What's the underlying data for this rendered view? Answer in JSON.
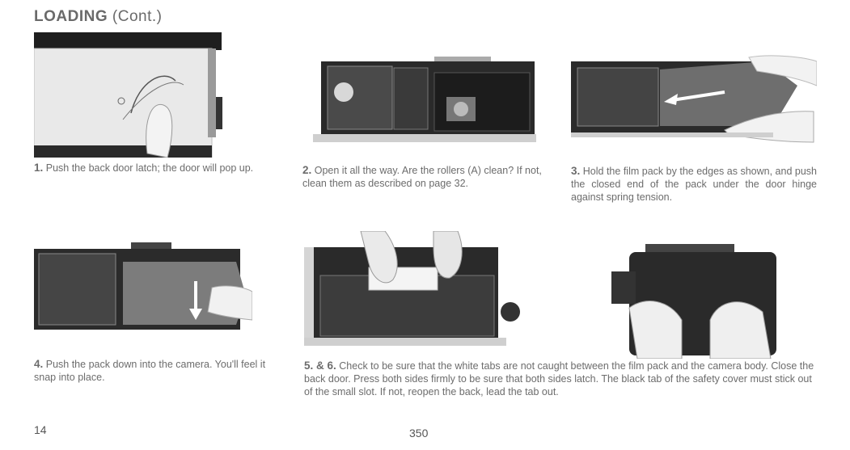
{
  "header": {
    "title_bold": "LOADING",
    "title_cont": "(Cont.)"
  },
  "steps": [
    {
      "num": "1.",
      "text": "Push the back door latch; the door will pop up."
    },
    {
      "num": "2.",
      "text": "Open it all the way.  Are the rollers (A) clean? If not, clean them as described on page 32."
    },
    {
      "num": "3.",
      "text": "Hold the film pack by the edges as shown, and push the closed end of the pack under the door hinge against spring tension."
    },
    {
      "num": "4.",
      "text": "Push the pack down into the camera.  You'll feel it snap into place."
    },
    {
      "num": "5. & 6.",
      "text": "Check to be sure that the white tabs are not caught between the film pack and the camera body. Close the back door.  Press both sides firmly to be sure that both sides latch.  The black tab of the safety cover must stick out of the small slot.  If not, reopen the back, lead the tab out."
    }
  ],
  "footer": {
    "page_left": "14",
    "page_center": "350"
  }
}
